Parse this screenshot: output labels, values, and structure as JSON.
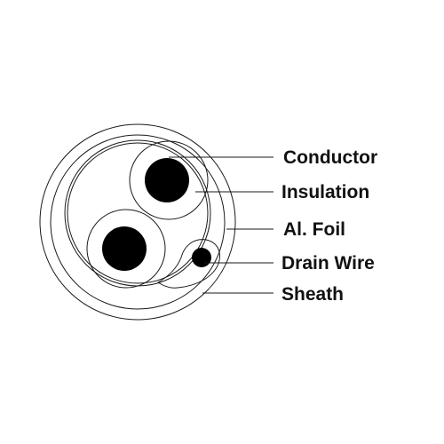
{
  "diagram": {
    "labels": {
      "conductor": "Conductor",
      "insulation": "Insulation",
      "foil": "Al. Foil",
      "drain_wire": "Drain Wire",
      "sheath": "Sheath"
    },
    "colors": {
      "line": "#1a1a1a",
      "conductor_fill": "#000000",
      "background": "#ffffff"
    }
  }
}
